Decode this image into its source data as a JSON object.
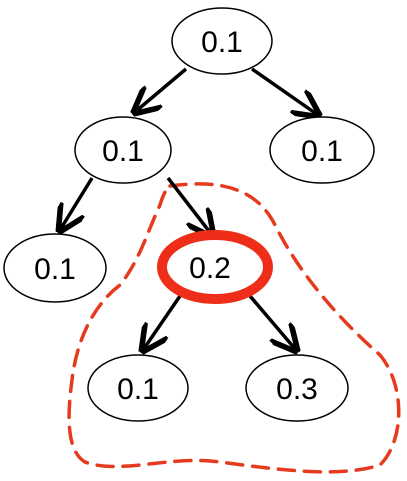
{
  "nodes": [
    {
      "id": "root",
      "label": "0.1",
      "highlighted": false
    },
    {
      "id": "left",
      "label": "0.1",
      "highlighted": false
    },
    {
      "id": "right",
      "label": "0.1",
      "highlighted": false
    },
    {
      "id": "left-left",
      "label": "0.1",
      "highlighted": false
    },
    {
      "id": "left-right",
      "label": "0.2",
      "highlighted": true
    },
    {
      "id": "left-right-left",
      "label": "0.1",
      "highlighted": false
    },
    {
      "id": "left-right-right",
      "label": "0.3",
      "highlighted": false
    }
  ],
  "edges": [
    {
      "from": "root",
      "to": "left"
    },
    {
      "from": "root",
      "to": "right"
    },
    {
      "from": "left",
      "to": "left-left"
    },
    {
      "from": "left",
      "to": "left-right"
    },
    {
      "from": "left-right",
      "to": "left-right-left"
    },
    {
      "from": "left-right",
      "to": "left-right-right"
    }
  ],
  "colors": {
    "highlight": "#ee2e18",
    "subtree_outline": "#e63a1e",
    "node_stroke": "#000000",
    "edge": "#000000"
  },
  "subtree_outline": {
    "encloses": [
      "left-right",
      "left-right-left",
      "left-right-right"
    ],
    "style": "dashed"
  }
}
